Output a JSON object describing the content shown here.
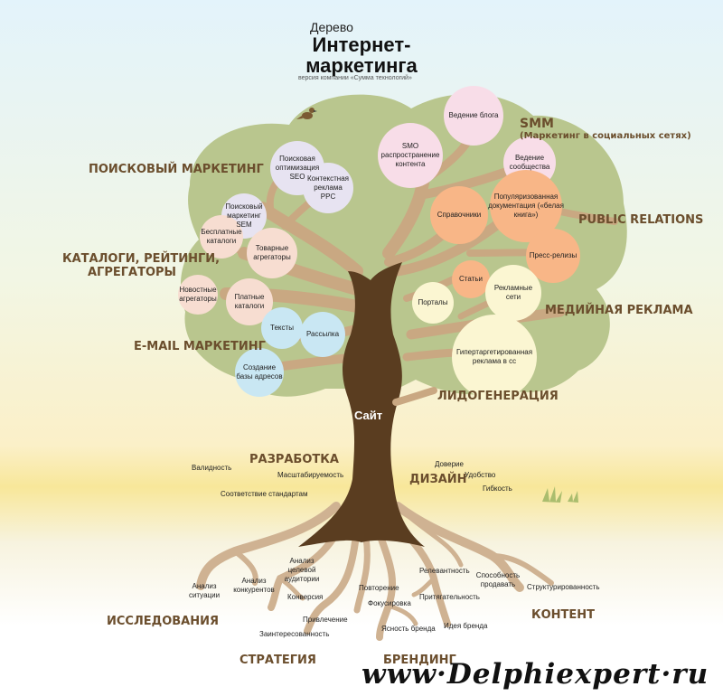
{
  "title": {
    "small": "Дерево",
    "big": "Интернет-маркетинга",
    "sub": "версия компании «Сумма технологий»"
  },
  "center": "Сайт",
  "categories": {
    "search": "ПОИСКОВЫЙ МАРКЕТИНГ",
    "smm_title": "SMM",
    "smm_sub": "(Маркетинг в социальных сетях)",
    "pr": "PUBLIC RELATIONS",
    "catalogs_1": "КАТАЛОГИ, РЕЙТИНГИ,",
    "catalogs_2": "АГРЕГАТОРЫ",
    "media": "МЕДИЙНАЯ РЕКЛАМА",
    "email": "E-MAIL МАРКЕТИНГ",
    "leadgen": "ЛИДОГЕНЕРАЦИЯ",
    "dev": "РАЗРАБОТКА",
    "design": "ДИЗАЙН",
    "research": "ИССЛЕДОВАНИЯ",
    "content": "КОНТЕНТ",
    "strategy": "СТРАТЕГИЯ",
    "branding": "БРЕНДИНГ"
  },
  "bubbles": [
    {
      "id": "seo",
      "text": "Поисковая оптимизация SEO",
      "color": "#e7e3f1"
    },
    {
      "id": "ppc",
      "text": "Контекстная реклама PPC",
      "color": "#e7e3f1"
    },
    {
      "id": "sem",
      "text": "Поисковый маркетинг SEM",
      "color": "#e7e3f1"
    },
    {
      "id": "blog",
      "text": "Ведение блога",
      "color": "#f8dde8"
    },
    {
      "id": "smo",
      "text": "SMO распространение контента",
      "color": "#f8dde8"
    },
    {
      "id": "community",
      "text": "Ведение сообщества",
      "color": "#f8dde8"
    },
    {
      "id": "handbooks",
      "text": "Справочники",
      "color": "#f8b687"
    },
    {
      "id": "whitepaper",
      "text": "Популяризованная документация («белая книга»)",
      "color": "#f8b687"
    },
    {
      "id": "press",
      "text": "Пресс-релизы",
      "color": "#f8b687"
    },
    {
      "id": "articles",
      "text": "Статьи",
      "color": "#f8b687"
    },
    {
      "id": "free_cat",
      "text": "Бесплатные каталоги",
      "color": "#f7ddd1"
    },
    {
      "id": "product_agg",
      "text": "Товарные агрегаторы",
      "color": "#f7ddd1"
    },
    {
      "id": "news_agg",
      "text": "Новостные агрегаторы",
      "color": "#f7ddd1"
    },
    {
      "id": "paid_cat",
      "text": "Платные каталоги",
      "color": "#f7ddd1"
    },
    {
      "id": "portals",
      "text": "Порталы",
      "color": "#fbf6d2"
    },
    {
      "id": "ad_networks",
      "text": "Рекламные сети",
      "color": "#fbf6d2"
    },
    {
      "id": "hypertarget",
      "text": "Гипертаргетированная реклама в сс",
      "color": "#fbf6d2"
    },
    {
      "id": "texts",
      "text": "Тексты",
      "color": "#c9e7f3"
    },
    {
      "id": "mailing",
      "text": "Рассылка",
      "color": "#c9e7f3"
    },
    {
      "id": "database",
      "text": "Создание базы адресов",
      "color": "#c9e7f3"
    }
  ],
  "labels": {
    "validity": "Валидность",
    "scalability": "Масштабируемость",
    "standards": "Соответствие стандартам",
    "trust": "Доверие",
    "convenience": "Удобство",
    "flexibility": "Гибкость",
    "situation": "Анализ ситуации",
    "competitors": "Анализ конкурентов",
    "audience": "Анализ целевой аудитории",
    "conversion": "Конверсия",
    "attraction": "Привлечение",
    "interest": "Заинтересованность",
    "repetition": "Повторение",
    "focus": "Фокусировка",
    "brand_clarity": "Ясность бренда",
    "brand_idea": "Идея бренда",
    "relevance": "Релевантность",
    "attractiveness": "Притягательность",
    "sell_ability": "Способность продавать",
    "structure": "Структурированность"
  },
  "watermark": "www·Delphiexpert·ru",
  "colors": {
    "crown": "#b9c68e",
    "trunk": "#5a3d20",
    "roots": "#cfb292",
    "branch": "#c9a882",
    "category": "#6b4e2d"
  }
}
